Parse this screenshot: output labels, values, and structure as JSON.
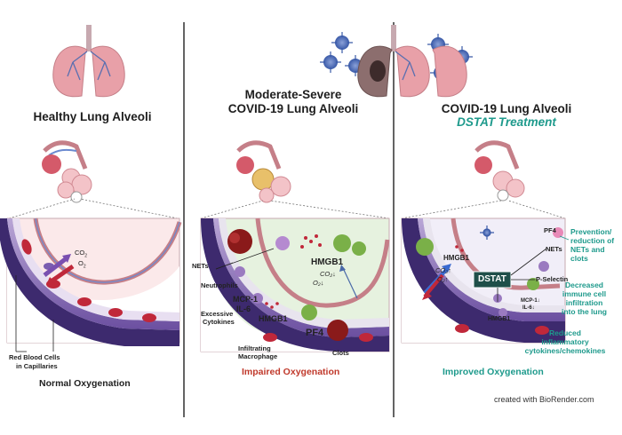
{
  "panels": {
    "healthy": {
      "title": "Healthy Lung Alveoli",
      "co2": "CO",
      "co2_sub": "2",
      "o2": "O",
      "o2_sub": "2",
      "rbc_label_1": "Red Blood Cells",
      "rbc_label_2": "in Capillaries",
      "footer": "Normal  Oxygenation"
    },
    "covid": {
      "title_1": "Moderate-Severe",
      "title_2": "COVID-19 Lung Alveoli",
      "nets": "NETs",
      "neutrophils": "Neutrophils",
      "mcp": "MCP-1",
      "il6": "IL-6",
      "cytokines_1": "Excessive",
      "cytokines_2": "Cytokines",
      "hmgb1_top": "HMGB1",
      "hmgb1_bottom": "HMGB1",
      "co2_down": "CO₂↓",
      "o2_down": "O₂↓",
      "pf4": "PF4",
      "macrophage_1": "Infiltrating",
      "macrophage_2": "Macrophage",
      "clots": "Clots",
      "footer": "Impaired  Oxygenation"
    },
    "dstat": {
      "title_1": "COVID-19 Lung Alveoli",
      "title_2": "DSTAT Treatment",
      "hmgb1_top": "HMGB1",
      "co2_up": "CO₂↑",
      "o2_up": "O₂↑",
      "dstat_box": "DSTAT",
      "pf4": "PF4",
      "nets": "NETs",
      "pselectin": "P-Selectin",
      "mcp": "MCP-1↓",
      "il6": "IL-6↓",
      "hmgb1_bottom": "HMGB1",
      "side_1": [
        "Prevention/",
        "reduction of",
        "NETs and",
        "clots"
      ],
      "side_2": [
        "Decreased",
        "immune cell",
        "infiltration",
        "into the lung"
      ],
      "side_3": [
        "Reduced",
        "inflammatory",
        "cytokines/chemokines"
      ],
      "footer": "Improved  Oxygenation"
    }
  },
  "credit": "created with BioRender.com",
  "colors": {
    "teal": "#1e9a8c",
    "red_label": "#c0392b",
    "vessel_purple": "#6b4fa0",
    "rbc_red": "#c0283a",
    "lung_pink": "#e8a0a8"
  }
}
